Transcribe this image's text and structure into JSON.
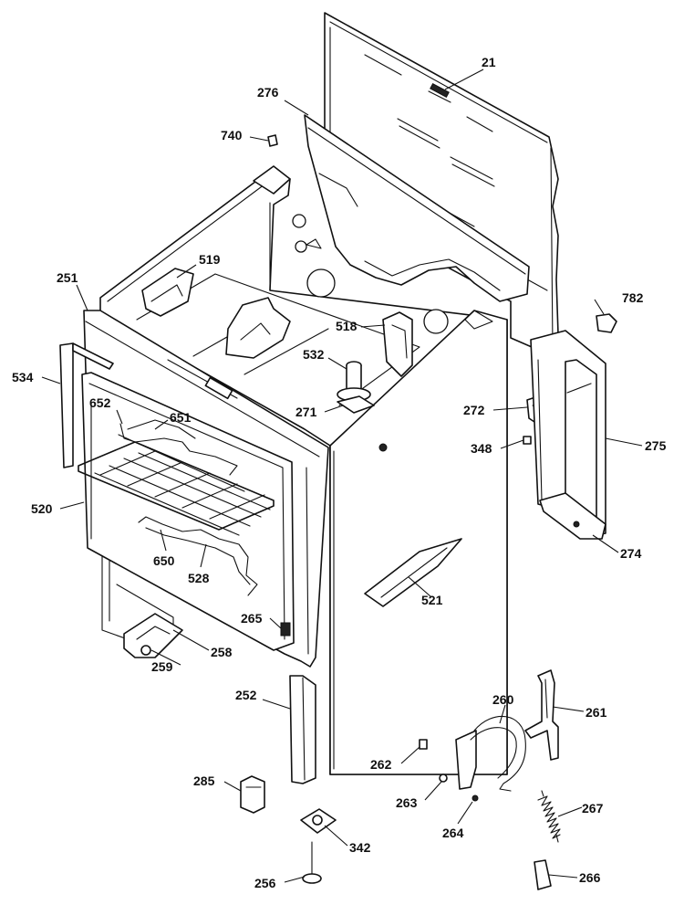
{
  "diagram": {
    "callouts": [
      {
        "id": "21",
        "label": "21"
      },
      {
        "id": "276",
        "label": "276"
      },
      {
        "id": "740",
        "label": "740"
      },
      {
        "id": "519",
        "label": "519"
      },
      {
        "id": "251",
        "label": "251"
      },
      {
        "id": "782",
        "label": "782"
      },
      {
        "id": "518",
        "label": "518"
      },
      {
        "id": "532",
        "label": "532"
      },
      {
        "id": "534",
        "label": "534"
      },
      {
        "id": "272",
        "label": "272"
      },
      {
        "id": "271",
        "label": "271"
      },
      {
        "id": "652",
        "label": "652"
      },
      {
        "id": "651",
        "label": "651"
      },
      {
        "id": "348",
        "label": "348"
      },
      {
        "id": "275",
        "label": "275"
      },
      {
        "id": "520",
        "label": "520"
      },
      {
        "id": "274",
        "label": "274"
      },
      {
        "id": "650",
        "label": "650"
      },
      {
        "id": "528",
        "label": "528"
      },
      {
        "id": "521",
        "label": "521"
      },
      {
        "id": "265",
        "label": "265"
      },
      {
        "id": "258",
        "label": "258"
      },
      {
        "id": "259",
        "label": "259"
      },
      {
        "id": "252",
        "label": "252"
      },
      {
        "id": "260",
        "label": "260"
      },
      {
        "id": "261",
        "label": "261"
      },
      {
        "id": "262",
        "label": "262"
      },
      {
        "id": "285",
        "label": "285"
      },
      {
        "id": "263",
        "label": "263"
      },
      {
        "id": "267",
        "label": "267"
      },
      {
        "id": "264",
        "label": "264"
      },
      {
        "id": "342",
        "label": "342"
      },
      {
        "id": "256",
        "label": "256"
      },
      {
        "id": "266",
        "label": "266"
      }
    ]
  }
}
